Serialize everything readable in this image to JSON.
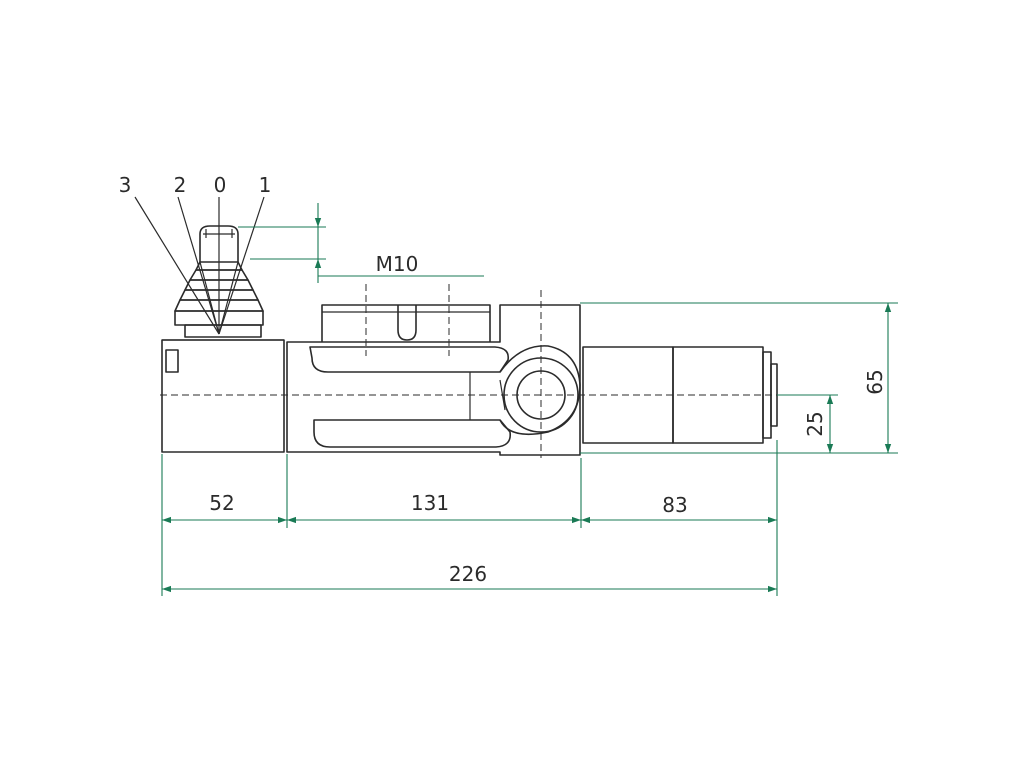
{
  "colors": {
    "dimension": "#1a7a55",
    "outline": "#2b2b2b",
    "background": "#ffffff"
  },
  "lever_positions": [
    "3",
    "2",
    "0",
    "1"
  ],
  "thread_label": "M10",
  "dimensions": {
    "lever_section": "52",
    "body_length": "131",
    "spool_cap_length": "83",
    "overall_length": "226",
    "body_height": "65",
    "axis_offset": "25"
  }
}
